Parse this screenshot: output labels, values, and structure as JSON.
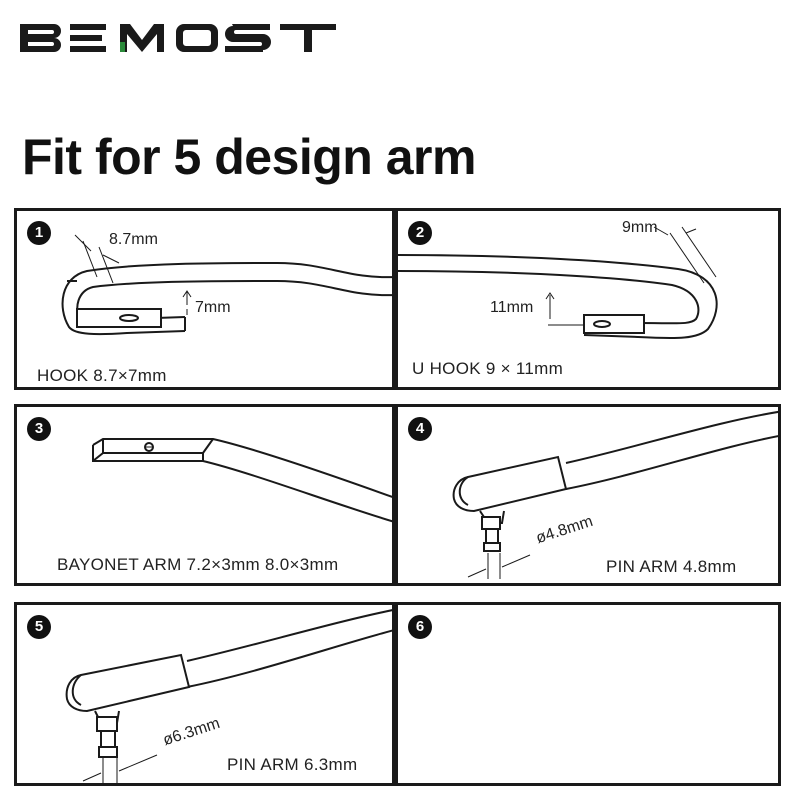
{
  "brand": {
    "logo_text": "BEMOST"
  },
  "headline": "Fit for 5 design arm",
  "panels": [
    {
      "number": "1",
      "caption": "HOOK 8.7×7mm",
      "dim_a": "8.7mm",
      "dim_b": "7mm"
    },
    {
      "number": "2",
      "caption": "U HOOK 9 × 11mm",
      "dim_a": "9mm",
      "dim_b": "11mm"
    },
    {
      "number": "3",
      "caption": "BAYONET ARM 7.2×3mm 8.0×3mm"
    },
    {
      "number": "4",
      "caption": "PIN ARM 4.8mm",
      "dim_a": "ø4.8mm"
    },
    {
      "number": "5",
      "caption": "PIN ARM 6.3mm",
      "dim_a": "ø6.3mm"
    },
    {
      "number": "6"
    }
  ]
}
